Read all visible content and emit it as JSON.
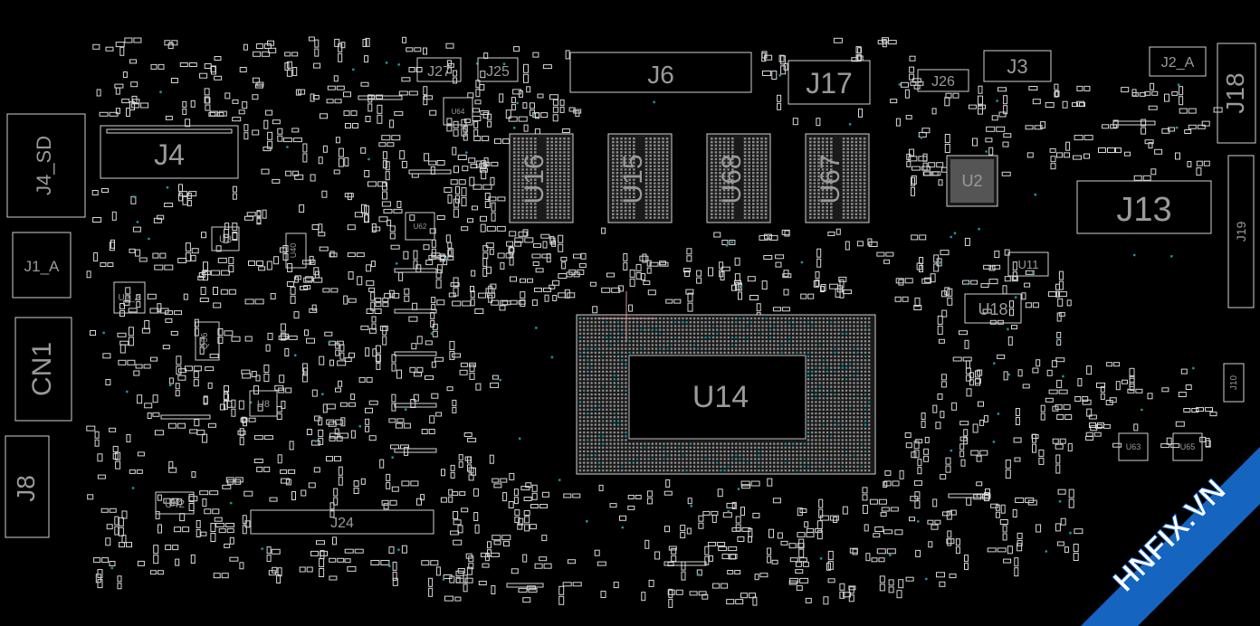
{
  "board": {
    "background": "#000000",
    "outline_color": "#cfcfcf",
    "label_color": "#9a9a9a",
    "via_color": "#1f8f9a"
  },
  "components": {
    "j4_sd": "J4_SD",
    "j4": "J4",
    "j1_a": "J1_A",
    "cn1": "CN1",
    "j8": "J8",
    "j27": "J27",
    "j25": "J25",
    "j6": "J6",
    "j17": "J17",
    "j26": "J26",
    "j3": "J3",
    "j2_a": "J2_A",
    "j18": "J18",
    "j13": "J13",
    "j19": "J19",
    "j24": "J24",
    "j10": "J10",
    "u16": "U16",
    "u15": "U15",
    "u68": "U68",
    "u67": "U67",
    "u14": "U14",
    "u2": "U2",
    "u11": "U11",
    "u18": "U18",
    "u3": "U3",
    "u9_a": "U9_A",
    "u8": "U8",
    "u42": "U42",
    "u63": "U63",
    "u65": "U65",
    "u64": "U64",
    "u62": "U62",
    "u40": "U40",
    "q36": "Q36"
  },
  "watermark": {
    "text": "HNFIX.VN",
    "color": "#1565c0"
  }
}
